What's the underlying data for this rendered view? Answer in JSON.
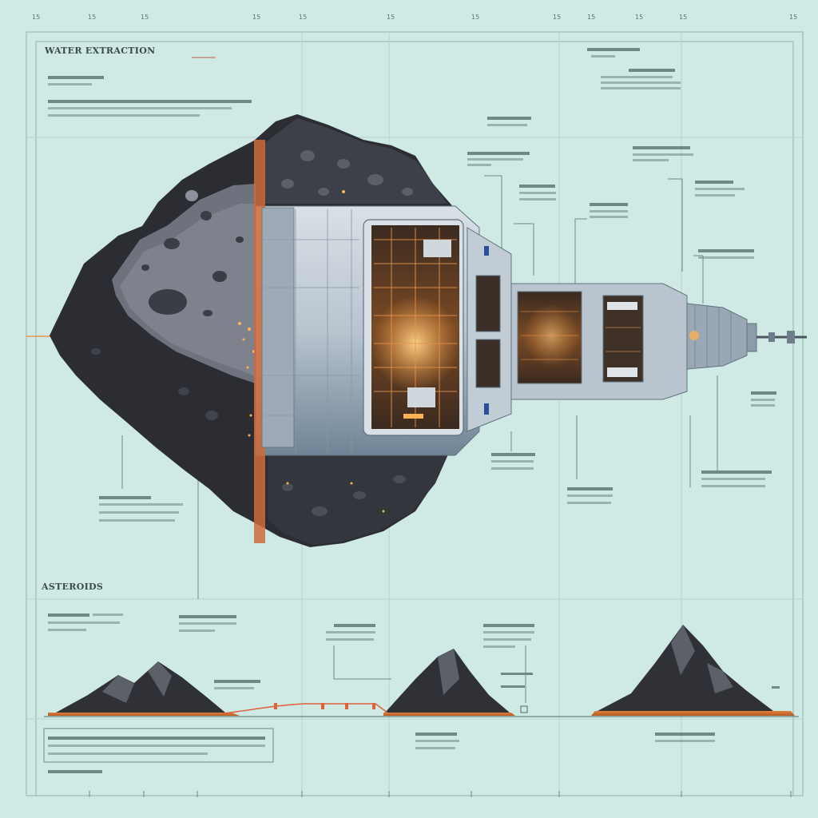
{
  "diagram": {
    "title": "WATER EXTRACTION",
    "section_label": "ASTEROIDS",
    "tick_label": "15",
    "colors": {
      "background": "#cfe9e4",
      "rock_dark": "#2b2d33",
      "rock_mid": "#4a4e58",
      "rock_light": "#7a7f89",
      "hull": "#c6d0d8",
      "hull_shadow": "#6f8496",
      "glow": "#ffb255",
      "laser": "#e8762a",
      "accent_blue": "#2a4f9a"
    }
  }
}
